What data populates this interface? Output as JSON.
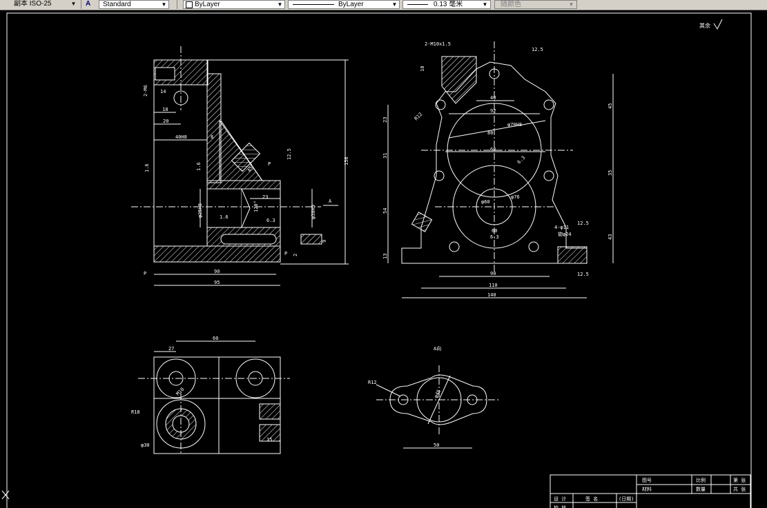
{
  "toolbar": {
    "dimstyle_value": "副本 ISO-25",
    "textstyle_value": "Standard",
    "layer_value": "ByLayer",
    "linetype_value": "ByLayer",
    "lineweight_value": "0.13 毫米",
    "color_value": "随颜色"
  },
  "drawing": {
    "roughness_mark": "其余",
    "front_view": {
      "label_2m6": "2-M6",
      "dim_14": "14",
      "dim_18": "18",
      "dim_20": "20",
      "dim_40h8": "40H8",
      "dim_8": "8",
      "dim_156": "156",
      "rough_16a": "1.6",
      "rough_16b": "1.6",
      "rough_16c": "1.6",
      "rough_63": "6.3",
      "dim_25h8": "φ25H8",
      "dim_30h9": "φ30H9",
      "dim_23": "23",
      "dim_45deg": "45°",
      "dim_120deg": "120°",
      "dim_9": "9",
      "dim_90": "90",
      "dim_95": "95",
      "dim_2": "2",
      "label_a": "A",
      "label_p1": "P",
      "label_p2": "P",
      "label_p3": "P",
      "rough_125": "12.5"
    },
    "side_view": {
      "label_2m10": "2-M10x1.5",
      "dim_10": "10",
      "rough_125": "12.5",
      "dim_40": "40",
      "dim_92": "92",
      "dim_80": "80",
      "dim_70h8": "φ70H8",
      "dim_68": "68",
      "dim_r12": "R12",
      "rough_63a": "6.3",
      "rough_63b": "6.3",
      "dim_60": "φ60",
      "dim_76": "φ76",
      "dim_60b": "60",
      "dim_90": "90",
      "dim_110": "110",
      "dim_140": "140",
      "dim_23": "23",
      "dim_31": "31",
      "dim_54": "54",
      "dim_13": "13",
      "dim_45": "45",
      "dim_35": "35",
      "dim_43": "43",
      "label_4m11": "4-φ11",
      "label_v24": "锪φ24",
      "rough_125b": "12.5",
      "rough_125c": "12.5"
    },
    "top_view": {
      "dim_60": "60",
      "dim_27": "27",
      "label_r18": "R18",
      "label_30": "φ30",
      "label_m10": "M10",
      "dim_15": "15"
    },
    "a_view": {
      "title": "A向",
      "label_r12": "R12",
      "label_45": "φ45",
      "dim_50": "50"
    },
    "title_block": {
      "tuhao": "图号",
      "bili": "比例",
      "di": "第  张",
      "cailiao": "材料",
      "shuliang": "数量",
      "gong": "共  张",
      "sheji": "设 计",
      "qianming": "签 名",
      "riqi": "(日期)",
      "jiaohe": "校 核"
    }
  }
}
